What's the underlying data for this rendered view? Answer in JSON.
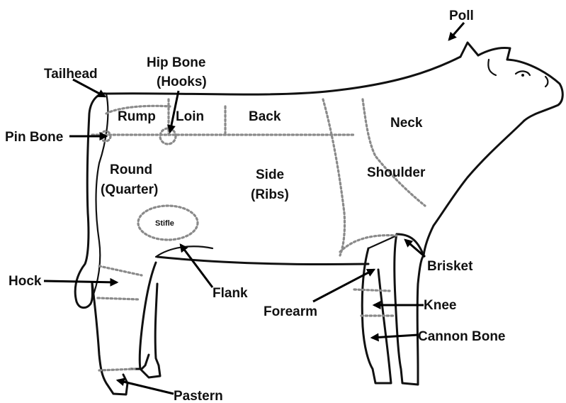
{
  "labels": {
    "poll": "Poll",
    "tailhead": "Tailhead",
    "hip_bone_1": "Hip Bone",
    "hip_bone_2": "(Hooks)",
    "rump": "Rump",
    "loin": "Loin",
    "back": "Back",
    "neck": "Neck",
    "pin_bone": "Pin Bone",
    "round_1": "Round",
    "round_2": "(Quarter)",
    "side_1": "Side",
    "side_2": "(Ribs)",
    "shoulder": "Shoulder",
    "stifle": "Stifle",
    "brisket": "Brisket",
    "hock": "Hock",
    "flank": "Flank",
    "forearm": "Forearm",
    "knee": "Knee",
    "cannon_bone": "Cannon Bone",
    "pastern": "Pastern"
  }
}
